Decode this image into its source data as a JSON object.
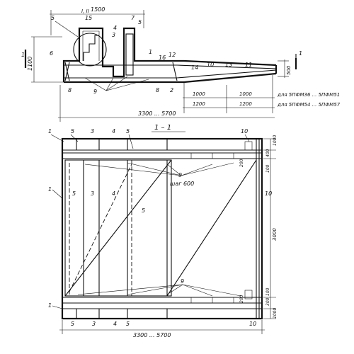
{
  "elevation": {
    "dims": {
      "top_width": "1500",
      "height_left": "1100",
      "height_right": "500",
      "total_length": "3300 ... 5700",
      "seg1_a": "1000",
      "seg2_a": "1000",
      "seg1_b": "1200",
      "seg2_b": "1200"
    },
    "variants": {
      "row1": "для 5ПФМ36 ... 5ПФМ51",
      "row2": "для 5ПФМ54 ... 5ПФМ57"
    },
    "callouts": {
      "c_1": "1",
      "c_2": "2",
      "c_3": "3",
      "c_4": "4",
      "c_5a": "5",
      "c_5b": "5",
      "c_6": "6",
      "c_7": "7",
      "c_8a": "8",
      "c_8b": "8",
      "c_9": "9",
      "c_10": "10",
      "c_11": "11",
      "c_12": "12",
      "c_13": "13",
      "c_14": "14",
      "c_15": "15",
      "c_16": "16",
      "c_I_II": "I, II"
    },
    "section_mark": "1"
  },
  "plan": {
    "title": "1 – 1",
    "step_label": "шаг 600",
    "dims": {
      "right_top_1": "1000",
      "right_top_2": "400",
      "right_top_3": "200",
      "right_top_4": "100",
      "right_mid": "3000",
      "right_bot_1": "100",
      "right_bot_2": "200",
      "right_bot_3": "300",
      "right_bot_4": "1000",
      "bottom_total": "3300 ... 5700"
    },
    "callouts": {
      "t_1": "1",
      "t_5a": "5",
      "t_3": "3",
      "t_4": "4",
      "t_5b": "5",
      "t_10": "10",
      "m_1": "1",
      "m_5": "5",
      "m_3": "3",
      "m_4": "4",
      "m_5b": "5",
      "m_9": "9",
      "m_10": "10",
      "b_9": "9",
      "b_1": "1",
      "b_5": "5",
      "b_3": "3",
      "b_4": "4",
      "b_5b": "5",
      "b_10": "10"
    }
  }
}
